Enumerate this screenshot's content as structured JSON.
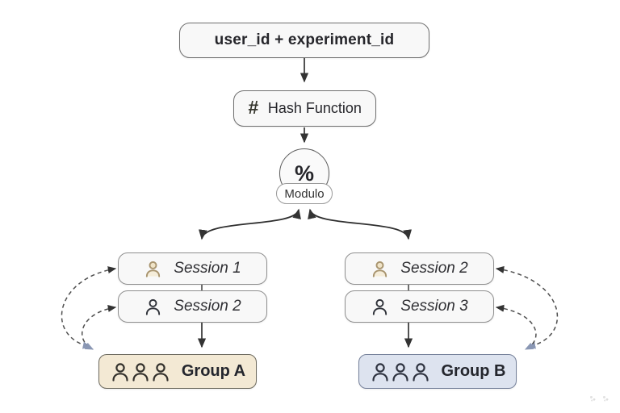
{
  "canvas": {
    "background": "#ffffff"
  },
  "nodes": {
    "input": {
      "label": "user_id + experiment_id"
    },
    "hash": {
      "symbol": "#",
      "label": "Hash Function"
    },
    "modulo": {
      "symbol": "%",
      "label": "Modulo"
    },
    "sessions": {
      "left": [
        {
          "label": "Session 1",
          "icon": "person-icon",
          "icon_style": "tan"
        },
        {
          "label": "Session 2",
          "icon": "person-icon",
          "icon_style": "dark"
        }
      ],
      "right": [
        {
          "label": "Session 2",
          "icon": "person-icon",
          "icon_style": "tan"
        },
        {
          "label": "Session 3",
          "icon": "person-icon",
          "icon_style": "dark"
        }
      ]
    },
    "groups": {
      "a": {
        "label": "Group A",
        "fill": "#f3e9d4",
        "icon": "people-trio-icon"
      },
      "b": {
        "label": "Group B",
        "fill": "#dde3ef",
        "icon": "people-trio-icon"
      }
    }
  },
  "colors": {
    "node_fill": "#f8f8f8",
    "node_border": "#6f6f6f",
    "arrow": "#333333",
    "dashed_arrow": "#4f4f4f",
    "group_arrowhead": "#8a97b4",
    "tan_icon_stroke": "#a8946e",
    "tan_icon_fill": "#f0e4c8",
    "dark_icon_stroke": "#2e3138"
  }
}
